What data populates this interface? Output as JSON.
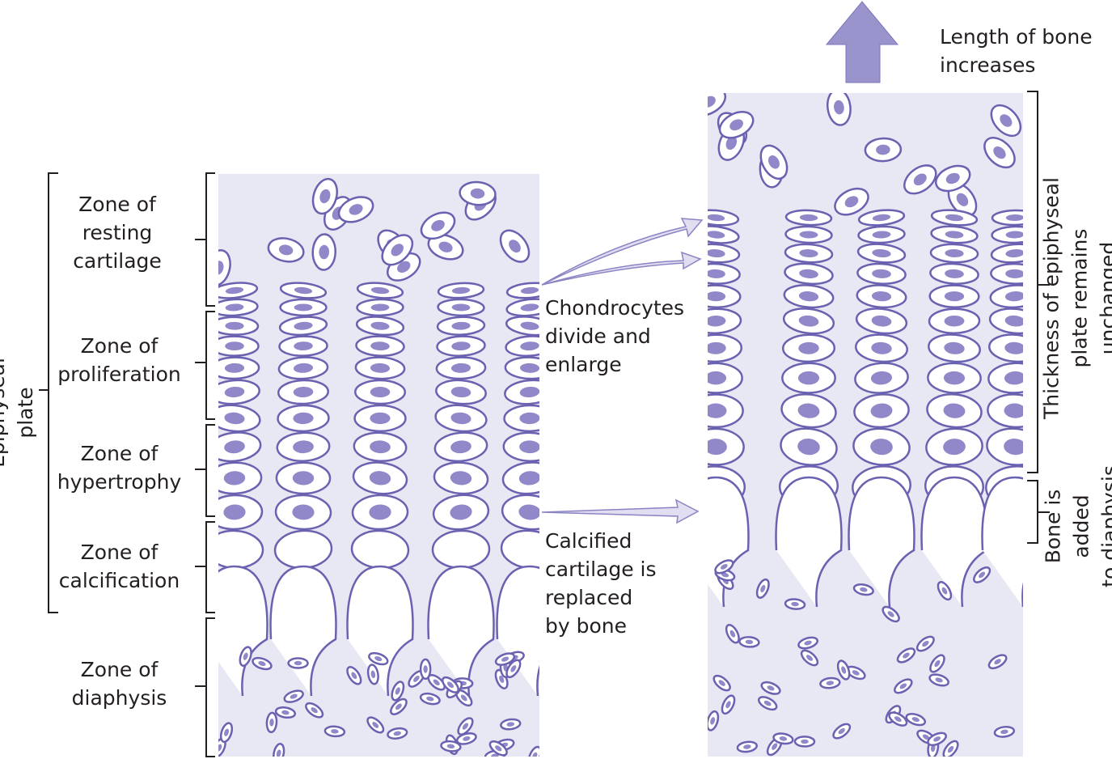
{
  "title_arrow_label": "Length of bone\nincreases",
  "epiphyseal_plate_label": "Epiphyseal plate",
  "zones": [
    {
      "label": "Zone of\nresting\ncartilage"
    },
    {
      "label": "Zone of\nproliferation"
    },
    {
      "label": "Zone of\nhypertrophy"
    },
    {
      "label": "Zone of\ncalcification"
    },
    {
      "label": "Zone of\ndiaphysis"
    }
  ],
  "notes": {
    "chondrocytes": "Chondrocytes\ndivide and\nenlarge",
    "calcified": "Calcified\ncartilage is\nreplaced\nby bone"
  },
  "right_labels": {
    "thickness": "Thickness of epiphyseal\nplate remains unchanged",
    "bone_added": "Bone is added\nto diaphysis"
  },
  "colors": {
    "background": "#e8e8f4",
    "stroke": "#6a62b0",
    "nucleus": "#9088c8",
    "arrow": "#9a94cc"
  }
}
